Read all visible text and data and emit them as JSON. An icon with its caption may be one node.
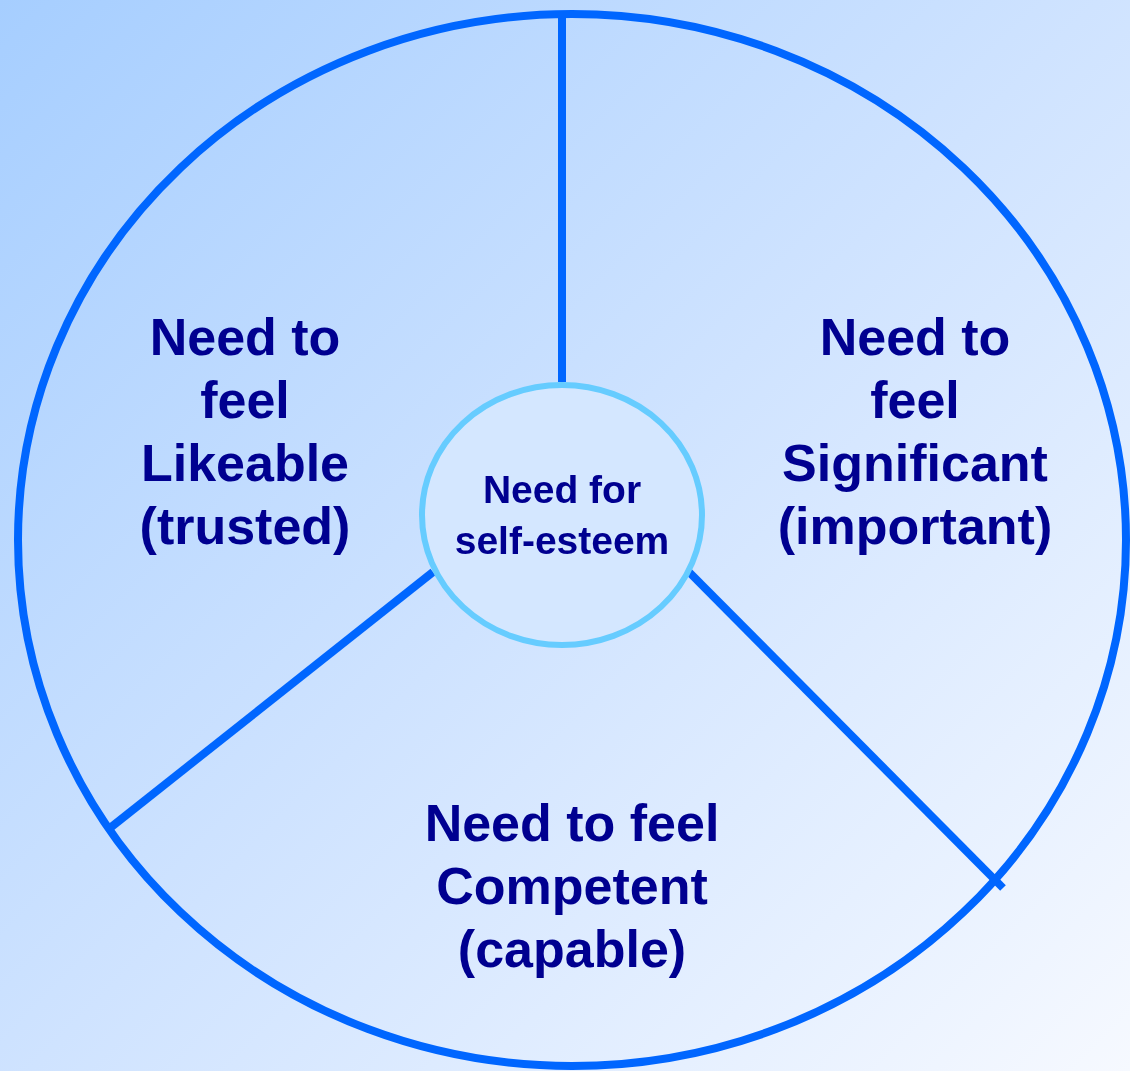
{
  "diagram": {
    "nodes": [
      {
        "text": [],
        "shape": "circle"
      },
      {
        "text": [
          "Need to feel Likeable (trusted)"
        ],
        "in": 0
      },
      {
        "text": [
          "Need to feel Significant (important)"
        ],
        "in": 0
      },
      {
        "text": [
          "Need for self-esteem"
        ],
        "in": 0
      },
      {
        "text": [
          "Need to feel Competent (capable)"
        ],
        "in": 0
      }
    ]
  }
}
